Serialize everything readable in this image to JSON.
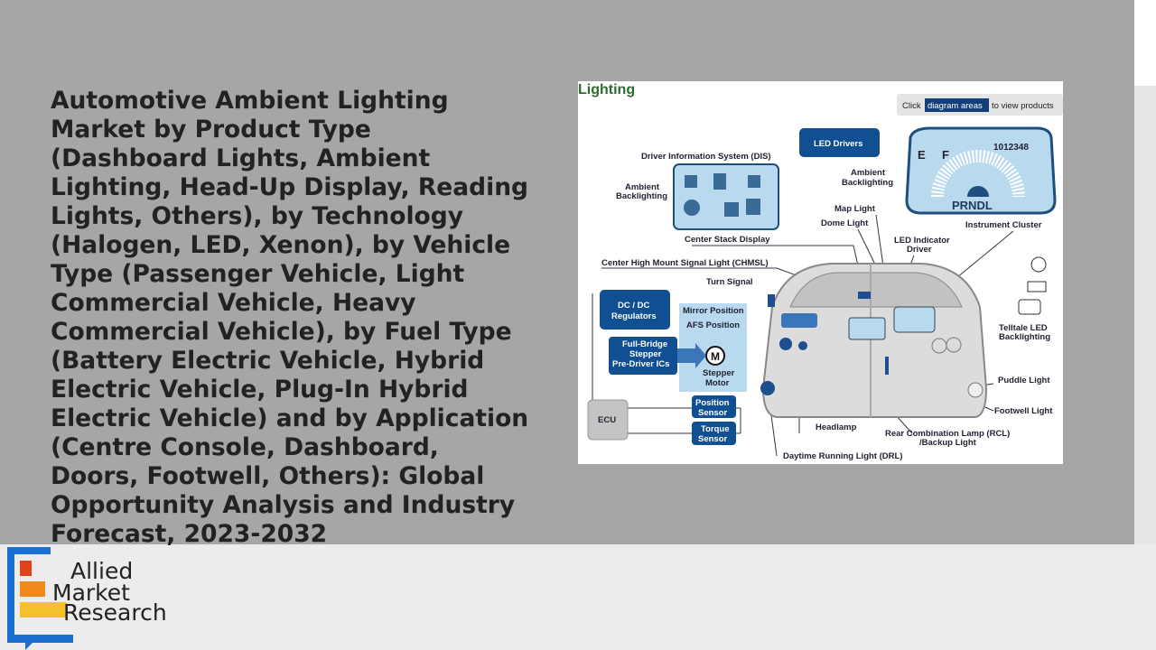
{
  "title": "Automotive Ambient Lighting Market by Product Type (Dashboard Lights, Ambient Lighting, Head-Up Display, Reading Lights, Others), by Technology (Halogen, LED, Xenon), by Vehicle Type (Passenger Vehicle, Light Commercial Vehicle, Heavy Commercial Vehicle), by Fuel Type (Battery Electric Vehicle, Hybrid Electric Vehicle, Plug-In Hybrid Electric Vehicle) and by Application (Centre Console, Dashboard, Doors, Footwell, Others): Global Opportunity Analysis and Industry Forecast, 2023-2032",
  "logo": {
    "line1": "Allied",
    "line2": "Market",
    "line3": "Research"
  },
  "diagram": {
    "heading": "Lighting",
    "hint_prefix": "Click",
    "hint_link": "diagram areas",
    "hint_suffix": "to view products",
    "led_drivers": "LED Drivers",
    "dis": "Driver Information System (DIS)",
    "ambient1a": "Ambient",
    "ambient1b": "Backlighting",
    "ambient2a": "Ambient",
    "ambient2b": "Backlighting",
    "odometer": "1012348",
    "fuel_e": "E",
    "fuel_f": "F",
    "prndl": "PRNDL",
    "map_light": "Map Light",
    "dome_light": "Dome Light",
    "instrument_cluster": "Instrument Cluster",
    "center_stack": "Center Stack Display",
    "led_indicator_a": "LED Indicator",
    "led_indicator_b": "Driver",
    "chmsl": "Center High Mount Signal Light (CHMSL)",
    "turn_signal": "Turn Signal",
    "dcdc_a": "DC / DC",
    "dcdc_b": "Regulators",
    "mirror_position": "Mirror Position",
    "afs_position": "AFS Position",
    "fullbridge_a": "Full-Bridge",
    "fullbridge_b": "Stepper",
    "fullbridge_c": "Pre-Driver ICs",
    "motor_symbol": "M",
    "stepper_a": "Stepper",
    "stepper_b": "Motor",
    "ecu": "ECU",
    "position_a": "Position",
    "position_b": "Sensor",
    "torque_a": "Torque",
    "torque_b": "Sensor",
    "telltale_a": "Telltale LED",
    "telltale_b": "Backlighting",
    "puddle_light": "Puddle Light",
    "footwell_light": "Footwell Light",
    "headlamp": "Headlamp",
    "rcl_a": "Rear Combination Lamp (RCL)",
    "rcl_b": "/Backup Light",
    "drl": "Daytime Running Light (DRL)"
  }
}
